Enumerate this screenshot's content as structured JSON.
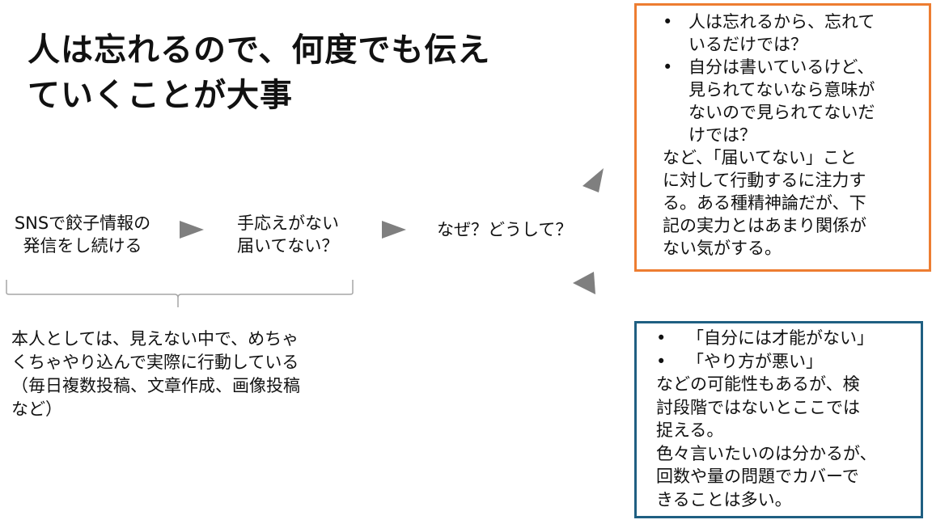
{
  "title": [
    "人は忘れるので、何度でも伝え",
    "ていくことが大事"
  ],
  "flow": {
    "step1": [
      "SNSで餃子情報の",
      "発信をし続ける"
    ],
    "step2": [
      "手応えがない",
      "届いてない？"
    ],
    "step3": "なぜ？どうして？"
  },
  "note": [
    "本人としては、見えない中で、めちゃ",
    "くちゃやり込んで実際に行動している",
    "（毎日複数投稿、文章作成、画像投稿",
    "など）"
  ],
  "orange_box": {
    "bullets": [
      [
        "人は忘れるから、忘れて",
        "いるだけでは？"
      ],
      [
        "自分は書いているけど、",
        "見られてないなら意味が",
        "ないので見られてないだ",
        "けでは？"
      ]
    ],
    "text": [
      "など、「届いてない」こと",
      "に対して行動するに注力す",
      "る。ある種精神論だが、下",
      "記の実力とはあまり関係が",
      "ない気がする。"
    ]
  },
  "blue_box": {
    "bullets": [
      "「自分には才能がない」",
      "「やり方が悪い」"
    ],
    "text": [
      "などの可能性もあるが、検",
      "討段階ではないとここでは",
      "捉える。",
      "色々言いたいのは分かるが、",
      "回数や量の問題でカバーで",
      "きることは多い。"
    ]
  },
  "bullet_char": "•",
  "colors": {
    "orange": "#ED7D31",
    "blue": "#1F5F82",
    "arrow": "#7F7F7F"
  }
}
